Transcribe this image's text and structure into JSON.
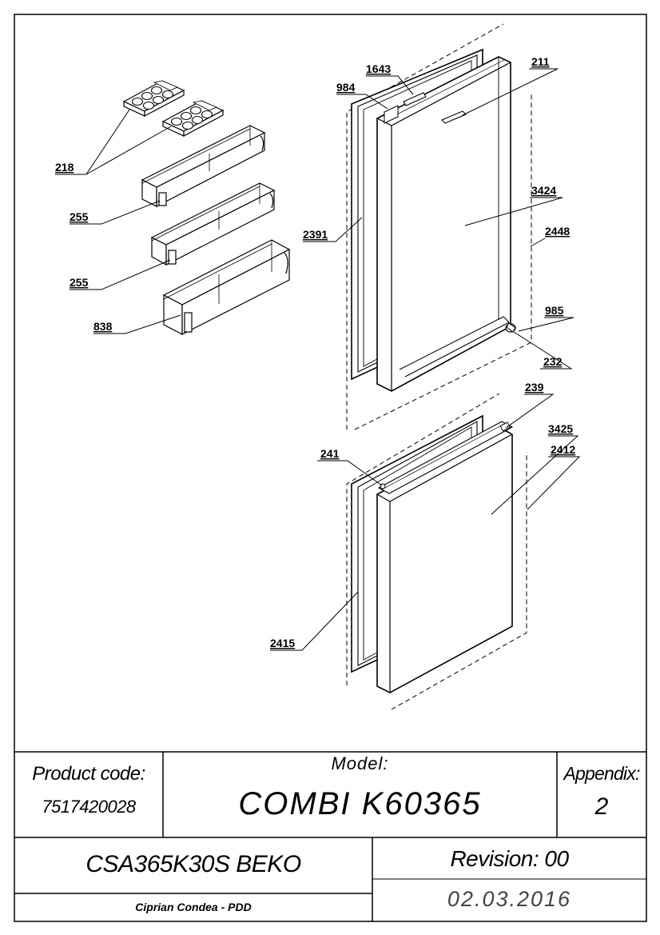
{
  "callouts": [
    {
      "id": "218",
      "text": "218"
    },
    {
      "id": "255a",
      "text": "255"
    },
    {
      "id": "255b",
      "text": "255"
    },
    {
      "id": "838",
      "text": "838"
    },
    {
      "id": "984",
      "text": "984"
    },
    {
      "id": "1643",
      "text": "1643"
    },
    {
      "id": "211",
      "text": "211"
    },
    {
      "id": "3424",
      "text": "3424"
    },
    {
      "id": "2391",
      "text": "2391"
    },
    {
      "id": "2448",
      "text": "2448"
    },
    {
      "id": "985",
      "text": "985"
    },
    {
      "id": "232",
      "text": "232"
    },
    {
      "id": "239",
      "text": "239"
    },
    {
      "id": "3425",
      "text": "3425"
    },
    {
      "id": "241",
      "text": "241"
    },
    {
      "id": "2412",
      "text": "2412"
    },
    {
      "id": "2415",
      "text": "2415"
    }
  ],
  "title_block": {
    "product_code_label": "Product code:",
    "product_code": "7517420028",
    "model_label": "Model:",
    "model": "COMBI K60365",
    "appendix_label": "Appendix:",
    "appendix": "2",
    "product_name": "CSA365K30S BEKO",
    "revision": "Revision: 00",
    "author": "Ciprian Condea - PDD",
    "date": "02.03.2016"
  }
}
